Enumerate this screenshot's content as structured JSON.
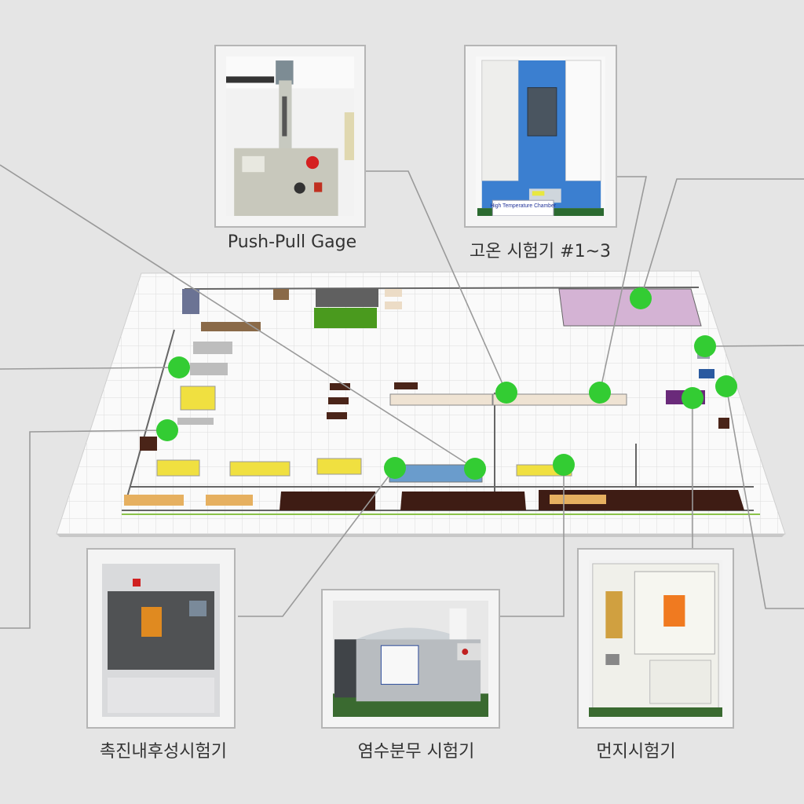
{
  "equipment": [
    {
      "id": "push-pull",
      "label": "Push-Pull Gage"
    },
    {
      "id": "high-temp",
      "label": "고온 시험기 #1~3",
      "photo_caption": "High Temperature Chamber"
    },
    {
      "id": "weathering",
      "label": "촉진내후성시험기"
    },
    {
      "id": "salt-spray",
      "label": "염수분무 시험기"
    },
    {
      "id": "dust",
      "label": "먼지시험기"
    }
  ],
  "colors": {
    "background": "#e5e5e5",
    "marker": "#33cc33",
    "leader_line": "#9a9a9a"
  }
}
